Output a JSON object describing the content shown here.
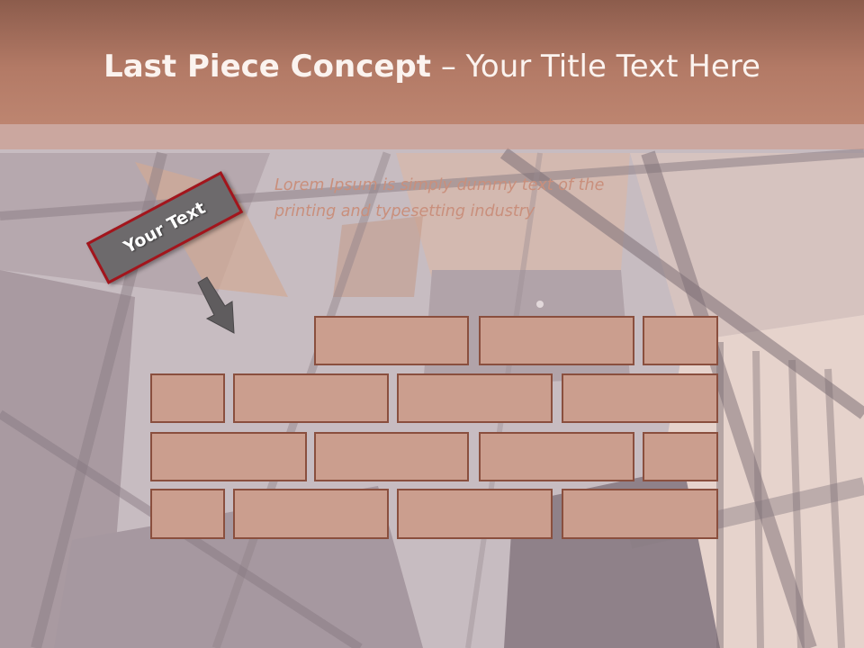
{
  "slide": {
    "title_bold": "Last Piece Concept",
    "title_dash": "–",
    "title_rest": "Your Title Text Here",
    "body_text_line1": "Lorem Ipsum is simply dummy text of the",
    "body_text_line2": "printing and typesetting industry",
    "tag_label": "Your Text",
    "arrow_icon": "down-right-arrow-icon"
  },
  "colors": {
    "header": "#b37a66",
    "brick_fill": "#cb9e8e",
    "brick_border": "#8a4f3e",
    "tag_fill": "#6d6a6c",
    "tag_border": "#a3151c",
    "body_text": "#c98f7c"
  },
  "brick_wall": {
    "rows": 4,
    "brick_count": 15
  }
}
